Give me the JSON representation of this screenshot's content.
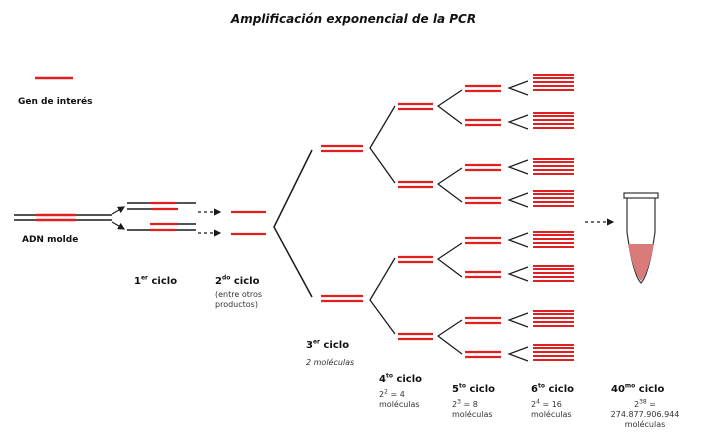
{
  "title": "Amplificación exponencial de la PCR",
  "legend": {
    "label": "Gen de interés"
  },
  "template_label": "ADN molde",
  "colors": {
    "gene": "#e02020",
    "strand": "#1a1a1a",
    "tube_liquid": "#d97b7b"
  },
  "cycles": [
    {
      "base": "1",
      "sup": "er",
      "word": " ciclo",
      "note": "",
      "note2": ""
    },
    {
      "base": "2",
      "sup": "do",
      "word": " ciclo",
      "note": "(entre otros",
      "note2": "productos)"
    },
    {
      "base": "3",
      "sup": "er",
      "word": " ciclo",
      "note": "2 moléculas",
      "note2": ""
    },
    {
      "base": "4",
      "sup": "to",
      "word": " ciclo",
      "pow_base": "2",
      "pow_exp": "2",
      "pow_rest": " = 4",
      "note2": "moléculas"
    },
    {
      "base": "5",
      "sup": "to",
      "word": " ciclo",
      "pow_base": "2",
      "pow_exp": "3",
      "pow_rest": " = 8",
      "note2": "moléculas"
    },
    {
      "base": "6",
      "sup": "to",
      "word": " ciclo",
      "pow_base": "2",
      "pow_exp": "4",
      "pow_rest": " = 16",
      "note2": "moléculas"
    },
    {
      "base": "40",
      "sup": "mo",
      "word": " ciclo",
      "pow_base": "2",
      "pow_exp": "38",
      "pow_rest": " =",
      "note": "274.877.906.944",
      "note2": "moléculas"
    }
  ]
}
